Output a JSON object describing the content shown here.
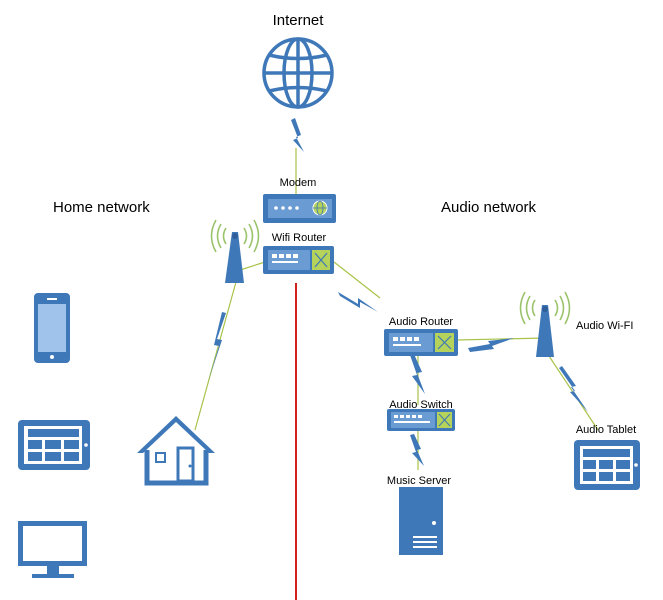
{
  "labels": {
    "internet": "Internet",
    "home_network": "Home network",
    "audio_network": "Audio network",
    "modem": "Modem",
    "wifi_router": "Wifi Router",
    "audio_router": "Audio Router",
    "audio_switch": "Audio Switch",
    "music_server": "Music Server",
    "audio_wifi": "Audio Wi-FI",
    "audio_tablet": "Audio Tablet"
  },
  "colors": {
    "device_blue": "#3f78b8",
    "device_light": "#6a9cd3",
    "device_dark": "#2f5f9a",
    "wire_green": "#a8c34a",
    "divider_red": "#d32020",
    "signal_green": "#9bc36b",
    "port_green": "#b5d35a"
  },
  "icons": [
    "globe-icon",
    "modem-icon",
    "wifi-router-icon",
    "antenna-tower-icon",
    "phone-icon",
    "tablet-icon",
    "monitor-icon",
    "house-icon",
    "audio-router-icon",
    "audio-switch-icon",
    "server-icon",
    "audio-antenna-icon",
    "audio-tablet-icon"
  ]
}
